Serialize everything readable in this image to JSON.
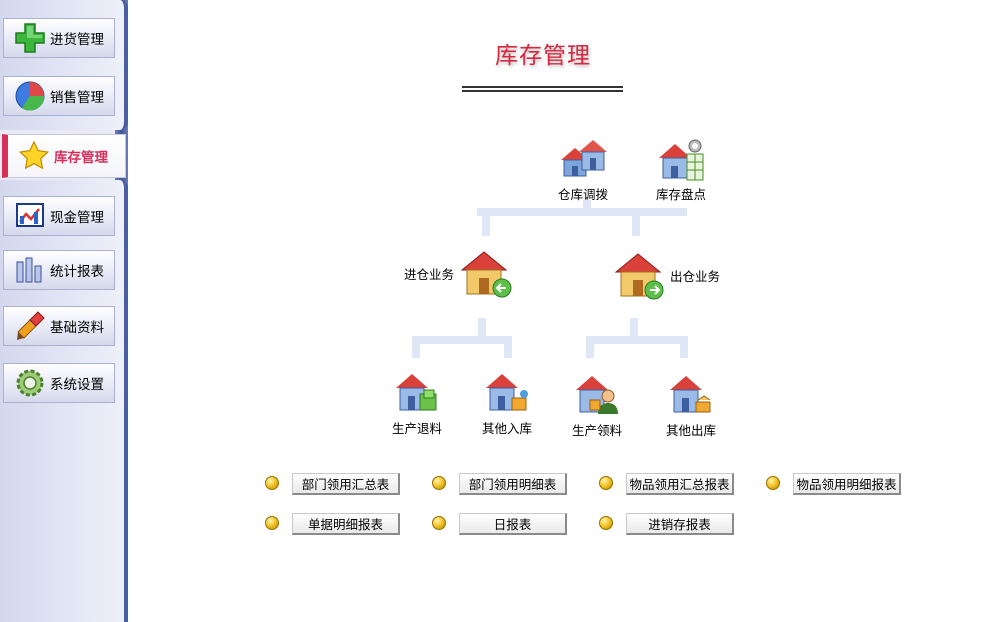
{
  "sidebar": {
    "items": [
      {
        "label": "进货管理",
        "icon": "green-plus-icon"
      },
      {
        "label": "销售管理",
        "icon": "pie-chart-icon"
      },
      {
        "label": "库存管理",
        "icon": "star-icon",
        "active": true
      },
      {
        "label": "现金管理",
        "icon": "cash-chart-icon"
      },
      {
        "label": "统计报表",
        "icon": "bar-report-icon"
      },
      {
        "label": "基础资料",
        "icon": "brush-icon"
      },
      {
        "label": "系统设置",
        "icon": "gear-icon"
      }
    ]
  },
  "main": {
    "title": "库存管理",
    "nodes": {
      "warehouse_transfer": "仓库调拨",
      "stock_count": "库存盘点",
      "inbound": "进仓业务",
      "outbound": "出仓业务",
      "production_return": "生产退料",
      "other_inbound": "其他入库",
      "production_pick": "生产领料",
      "other_outbound": "其他出库"
    },
    "reports": [
      "部门领用汇总表",
      "部门领用明细表",
      "物品领用汇总报表",
      "物品领用明细报表",
      "单据明细报表",
      "日报表",
      "进销存报表"
    ]
  },
  "colors": {
    "accent": "#d8283f",
    "sidebar_border": "#4a5fa3",
    "connector": "#dfe6f5"
  }
}
